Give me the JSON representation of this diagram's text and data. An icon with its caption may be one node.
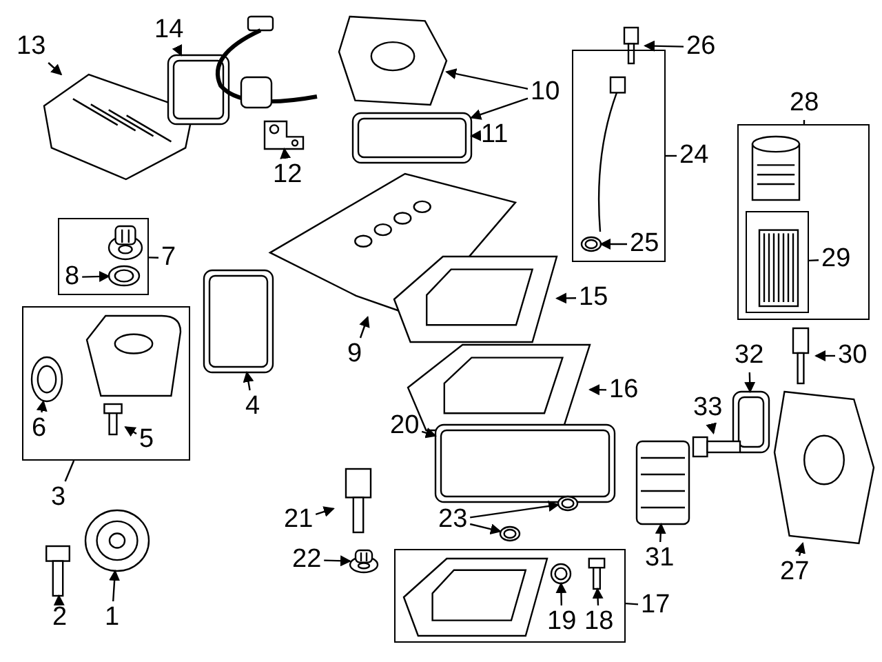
{
  "diagram": {
    "nodes": [
      {
        "text": [
          "13"
        ]
      },
      {
        "text": [],
        "shape": "picture"
      },
      {
        "text": [
          "14"
        ]
      },
      {
        "text": [],
        "shape": "picture"
      },
      {
        "text": [
          "12"
        ]
      },
      {
        "text": [],
        "shape": "picture"
      },
      {
        "text": [
          "10"
        ]
      },
      {
        "text": [],
        "shape": "picture"
      },
      {
        "text": [
          "11"
        ]
      },
      {
        "text": [],
        "shape": "picture"
      },
      {
        "text": [
          "26"
        ]
      },
      {
        "text": [],
        "shape": "picture"
      },
      {
        "text": [
          "24"
        ]
      },
      {
        "text": [],
        "shape": "picture",
        "in": 12
      },
      {
        "text": [
          "25"
        ],
        "in": 12
      },
      {
        "text": [],
        "shape": "picture",
        "in": 12
      },
      {
        "text": [
          "28"
        ]
      },
      {
        "text": [],
        "shape": "picture",
        "in": 16
      },
      {
        "text": [
          "29"
        ],
        "in": 16
      },
      {
        "text": [],
        "shape": "picture",
        "in": 18
      },
      {
        "text": [
          "7"
        ]
      },
      {
        "text": [
          "8"
        ],
        "in": 20
      },
      {
        "text": [],
        "shape": "picture",
        "in": 20
      },
      {
        "text": [],
        "shape": "picture",
        "in": 20
      },
      {
        "text": [
          "9"
        ]
      },
      {
        "text": [],
        "shape": "picture"
      },
      {
        "text": [
          "15"
        ]
      },
      {
        "text": [],
        "shape": "picture"
      },
      {
        "text": [
          "3"
        ]
      },
      {
        "text": [],
        "shape": "picture",
        "in": 28
      },
      {
        "text": [],
        "shape": "picture",
        "in": 28
      },
      {
        "text": [
          "6"
        ],
        "in": 28
      },
      {
        "text": [],
        "shape": "picture",
        "in": 28
      },
      {
        "text": [
          "5"
        ],
        "in": 28
      },
      {
        "text": [],
        "shape": "picture"
      },
      {
        "text": [
          "4"
        ]
      },
      {
        "text": [],
        "shape": "picture"
      },
      {
        "text": [
          "16"
        ]
      },
      {
        "text": [
          "30"
        ]
      },
      {
        "text": [],
        "shape": "picture"
      },
      {
        "text": [
          "32"
        ]
      },
      {
        "text": [],
        "shape": "picture"
      },
      {
        "text": [
          "33"
        ]
      },
      {
        "text": [],
        "shape": "picture"
      },
      {
        "text": [
          "20"
        ]
      },
      {
        "text": [],
        "shape": "picture"
      },
      {
        "text": [
          "21"
        ]
      },
      {
        "text": [],
        "shape": "picture"
      },
      {
        "text": [
          "23"
        ]
      },
      {
        "text": [],
        "shape": "picture"
      },
      {
        "text": [],
        "shape": "picture"
      },
      {
        "text": [],
        "shape": "picture"
      },
      {
        "text": [
          "31"
        ]
      },
      {
        "text": [],
        "shape": "picture"
      },
      {
        "text": [
          "27"
        ]
      },
      {
        "text": [],
        "shape": "picture"
      },
      {
        "text": [
          "22"
        ]
      },
      {
        "text": [],
        "shape": "picture"
      },
      {
        "text": [
          "17"
        ]
      },
      {
        "text": [],
        "shape": "picture",
        "in": 58
      },
      {
        "text": [],
        "shape": "picture",
        "in": 58
      },
      {
        "text": [],
        "shape": "picture",
        "in": 58
      },
      {
        "text": [
          "19"
        ],
        "in": 58
      },
      {
        "text": [
          "18"
        ],
        "in": 58
      },
      {
        "text": [],
        "shape": "picture"
      },
      {
        "text": [
          "2"
        ]
      },
      {
        "text": [
          "1"
        ]
      }
    ],
    "edges": [
      {
        "from": 0,
        "to": 1,
        "arrow": "to"
      },
      {
        "from": 2,
        "to": 3,
        "arrow": "to"
      },
      {
        "from": 4,
        "to": 5,
        "arrow": "to"
      },
      {
        "from": 6,
        "to": 7,
        "arrow": "to"
      },
      {
        "from": 6,
        "to": 9,
        "arrow": "to"
      },
      {
        "from": 8,
        "to": 9,
        "arrow": "to"
      },
      {
        "from": 10,
        "to": 11,
        "arrow": "to"
      },
      {
        "from": 14,
        "to": 15,
        "arrow": "to"
      },
      {
        "from": 21,
        "to": 23,
        "arrow": "to"
      },
      {
        "from": 24,
        "to": 25,
        "arrow": "to"
      },
      {
        "from": 26,
        "to": 27,
        "arrow": "to"
      },
      {
        "from": 31,
        "to": 30,
        "arrow": "to"
      },
      {
        "from": 33,
        "to": 32,
        "arrow": "to"
      },
      {
        "from": 35,
        "to": 34,
        "arrow": "to"
      },
      {
        "from": 37,
        "to": 36,
        "arrow": "to"
      },
      {
        "from": 38,
        "to": 39,
        "arrow": "to"
      },
      {
        "from": 40,
        "to": 41,
        "arrow": "to"
      },
      {
        "from": 42,
        "to": 43,
        "arrow": "to"
      },
      {
        "from": 44,
        "to": 45,
        "arrow": "to"
      },
      {
        "from": 46,
        "to": 47,
        "arrow": "to"
      },
      {
        "from": 48,
        "to": 49,
        "arrow": "to"
      },
      {
        "from": 48,
        "to": 50,
        "arrow": "to"
      },
      {
        "from": 52,
        "to": 51,
        "arrow": "to"
      },
      {
        "from": 54,
        "to": 53,
        "arrow": "to"
      },
      {
        "from": 56,
        "to": 57,
        "arrow": "to"
      },
      {
        "from": 62,
        "to": 60,
        "arrow": "to"
      },
      {
        "from": 63,
        "to": 61,
        "arrow": "to"
      },
      {
        "from": 65,
        "to": 64,
        "arrow": "to"
      },
      {
        "from": 66,
        "to": 55,
        "arrow": "to"
      }
    ]
  }
}
